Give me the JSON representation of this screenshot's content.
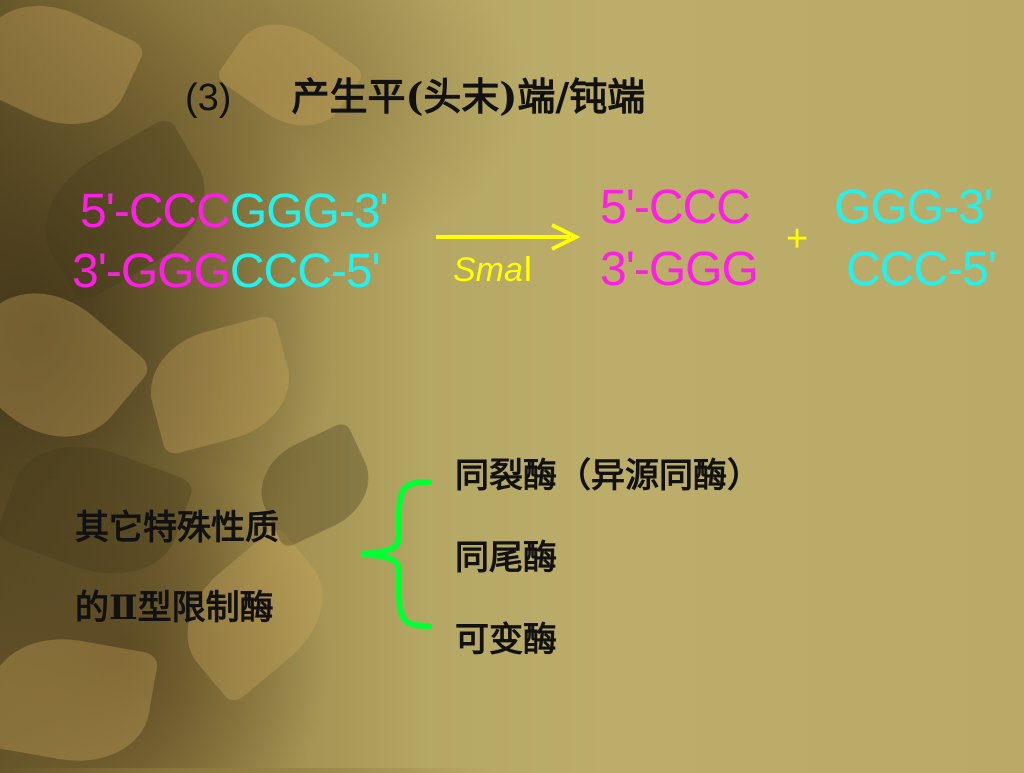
{
  "title": {
    "number": "(3)",
    "text": "产生平(头末)端/钝端"
  },
  "substrate": {
    "top": {
      "left": "5'-CCC",
      "right": "GGG-3'"
    },
    "bottom": {
      "left": "3'-GGG",
      "right": "CCC-5'"
    }
  },
  "enzyme": {
    "italic": "Sma",
    "roman": "Ⅰ"
  },
  "products": {
    "left": {
      "top": "5'-CCC",
      "bottom": "3'-GGG"
    },
    "plus": "+",
    "right": {
      "top": "GGG-3'",
      "bottom": "CCC-5'"
    }
  },
  "other": {
    "label_line1": "其它特殊性质",
    "label_line2": "的Ⅱ型限制酶",
    "items": [
      "同裂酶（异源同酶）",
      "同尾酶",
      "可变酶"
    ]
  },
  "colors": {
    "magenta": "#ff1ee6",
    "cyan": "#24f1ee",
    "arrow": "#ffff00",
    "brace": "#00ff33"
  }
}
